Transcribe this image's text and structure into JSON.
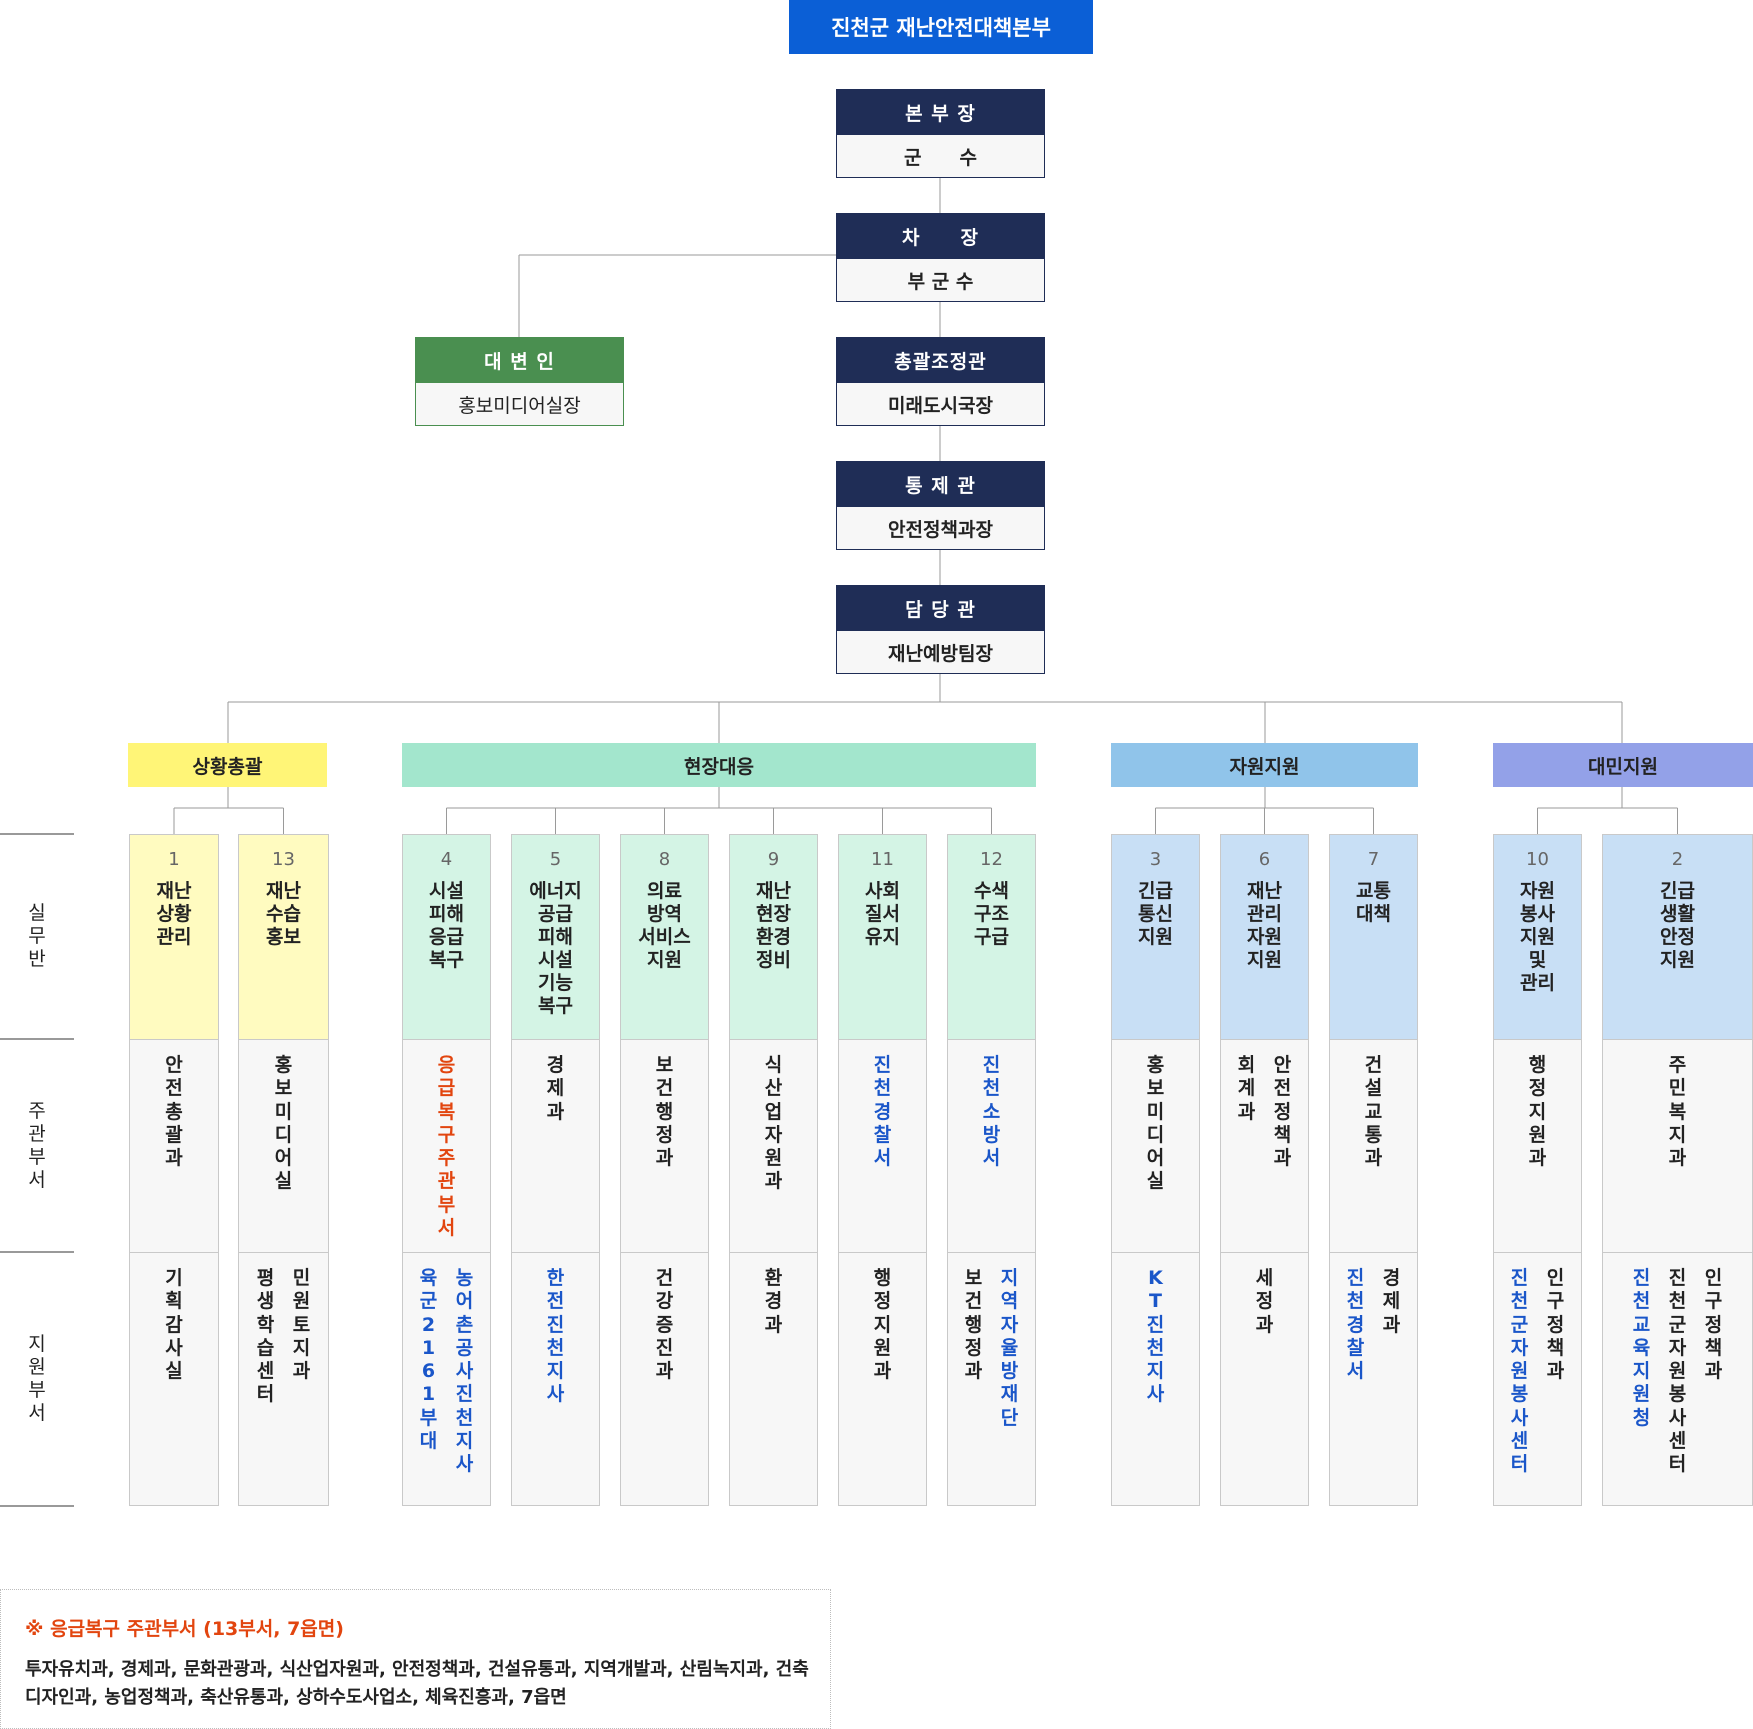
{
  "title": "진천군 재난안전대책본부",
  "colors": {
    "title": "#0b5fd6",
    "header_navy": "#1f2d56",
    "header_green": "#4a8f50",
    "situation": "#fff577",
    "field": "#a3e6cd",
    "resource": "#90c4ea",
    "citizen": "#93a1e8",
    "situation_light": "#fffbc0",
    "field_light": "#d4f4e5",
    "resource_light": "#c8dff5",
    "citizen_light": "#c8dff5"
  },
  "positions": [
    {
      "key": "chief",
      "title": "본 부 장",
      "person": "군　　수"
    },
    {
      "key": "deputy",
      "title": "차　　장",
      "person": "부 군 수"
    },
    {
      "key": "coordinator",
      "title": "총괄조정관",
      "person": "미래도시국장"
    },
    {
      "key": "controller",
      "title": "통 제 관",
      "person": "안전정책과장"
    },
    {
      "key": "officer",
      "title": "담 당 관",
      "person": "재난예방팀장"
    },
    {
      "key": "spokesperson",
      "title": "대 변 인",
      "person": "홍보미디어실장"
    }
  ],
  "row_labels": [
    "실\n무\n반",
    "주\n관\n부\n서",
    "지\n원\n부\n서"
  ],
  "groups": [
    {
      "name": "상황총괄",
      "color": "#fff577",
      "light": "#fffbc0"
    },
    {
      "name": "현장대응",
      "color": "#a3e6cd",
      "light": "#d4f4e5"
    },
    {
      "name": "자원지원",
      "color": "#90c4ea",
      "light": "#c8dff5"
    },
    {
      "name": "대민지원",
      "color": "#93a1e8",
      "light": "#c8dff5"
    }
  ],
  "teams": [
    {
      "num": "1",
      "name": "재난\n상황\n관리",
      "group": 0,
      "lead": [
        {
          "text": "안전총괄과",
          "color": "dark"
        }
      ],
      "support": [
        {
          "text": "기획감사실",
          "color": "dark"
        }
      ]
    },
    {
      "num": "13",
      "name": "재난\n수습\n홍보",
      "group": 0,
      "lead": [
        {
          "text": "홍보미디어실",
          "color": "dark"
        }
      ],
      "support": [
        {
          "text": "평생학습센터",
          "color": "dark"
        },
        {
          "text": "민원토지과",
          "color": "dark"
        }
      ]
    },
    {
      "num": "4",
      "name": "시설\n피해\n응급\n복구",
      "group": 1,
      "lead": [
        {
          "text": "응급복구주관부서",
          "color": "red"
        }
      ],
      "support": [
        {
          "text": "육군2161부대",
          "color": "blue"
        },
        {
          "text": "농어촌공사진천지사",
          "color": "blue"
        }
      ]
    },
    {
      "num": "5",
      "name": "에너지\n공급\n피해\n시설\n기능\n복구",
      "group": 1,
      "lead": [
        {
          "text": "경제과",
          "color": "dark"
        }
      ],
      "support": [
        {
          "text": "한전진천지사",
          "color": "blue"
        }
      ]
    },
    {
      "num": "8",
      "name": "의료\n방역\n서비스\n지원",
      "group": 1,
      "lead": [
        {
          "text": "보건행정과",
          "color": "dark"
        }
      ],
      "support": [
        {
          "text": "건강증진과",
          "color": "dark"
        }
      ]
    },
    {
      "num": "9",
      "name": "재난\n현장\n환경\n정비",
      "group": 1,
      "lead": [
        {
          "text": "식산업자원과",
          "color": "dark"
        }
      ],
      "support": [
        {
          "text": "환경과",
          "color": "dark"
        }
      ]
    },
    {
      "num": "11",
      "name": "사회\n질서\n유지",
      "group": 1,
      "lead": [
        {
          "text": "진천경찰서",
          "color": "blue"
        }
      ],
      "support": [
        {
          "text": "행정지원과",
          "color": "dark"
        }
      ]
    },
    {
      "num": "12",
      "name": "수색\n구조\n구급",
      "group": 1,
      "lead": [
        {
          "text": "진천소방서",
          "color": "blue"
        }
      ],
      "support": [
        {
          "text": "보건행정과",
          "color": "dark"
        },
        {
          "text": "지역자율방재단",
          "color": "blue"
        }
      ]
    },
    {
      "num": "3",
      "name": "긴급\n통신\n지원",
      "group": 2,
      "lead": [
        {
          "text": "홍보미디어실",
          "color": "dark"
        }
      ],
      "support": [
        {
          "text": "KT진천지사",
          "color": "blue"
        }
      ]
    },
    {
      "num": "6",
      "name": "재난\n관리\n자원\n지원",
      "group": 2,
      "lead": [
        {
          "text": "회계과",
          "color": "dark"
        },
        {
          "text": "안전정책과",
          "color": "dark"
        }
      ],
      "support": [
        {
          "text": "세정과",
          "color": "dark"
        }
      ]
    },
    {
      "num": "7",
      "name": "교통\n대책",
      "group": 2,
      "lead": [
        {
          "text": "건설교통과",
          "color": "dark"
        }
      ],
      "support": [
        {
          "text": "진천경찰서",
          "color": "blue"
        },
        {
          "text": "경제과",
          "color": "dark"
        }
      ]
    },
    {
      "num": "10",
      "name": "자원\n봉사\n지원\n및\n관리",
      "group": 3,
      "lead": [
        {
          "text": "행정지원과",
          "color": "dark"
        }
      ],
      "support": [
        {
          "text": "진천군자원봉사센터",
          "color": "blue"
        },
        {
          "text": "인구정책과",
          "color": "dark"
        }
      ]
    },
    {
      "num": "2",
      "name": "긴급\n생활\n안정\n지원",
      "group": 3,
      "lead": [
        {
          "text": "주민복지과",
          "color": "dark"
        }
      ],
      "support": [
        {
          "text": "진천교육지원청",
          "color": "blue"
        },
        {
          "text": "진천군자원봉사센터",
          "color": "dark"
        },
        {
          "text": "인구정책과",
          "color": "dark"
        }
      ]
    }
  ],
  "note": {
    "title": "※ 응급복구 주관부서 (13부서, 7읍면)",
    "body": "투자유치과, 경제과, 문화관광과, 식산업자원과, 안전정책과, 건설유통과, 지역개발과, 산림녹지과, 건축디자인과, 농업정책과, 축산유통과, 상하수도사업소, 체육진흥과, 7읍면"
  }
}
